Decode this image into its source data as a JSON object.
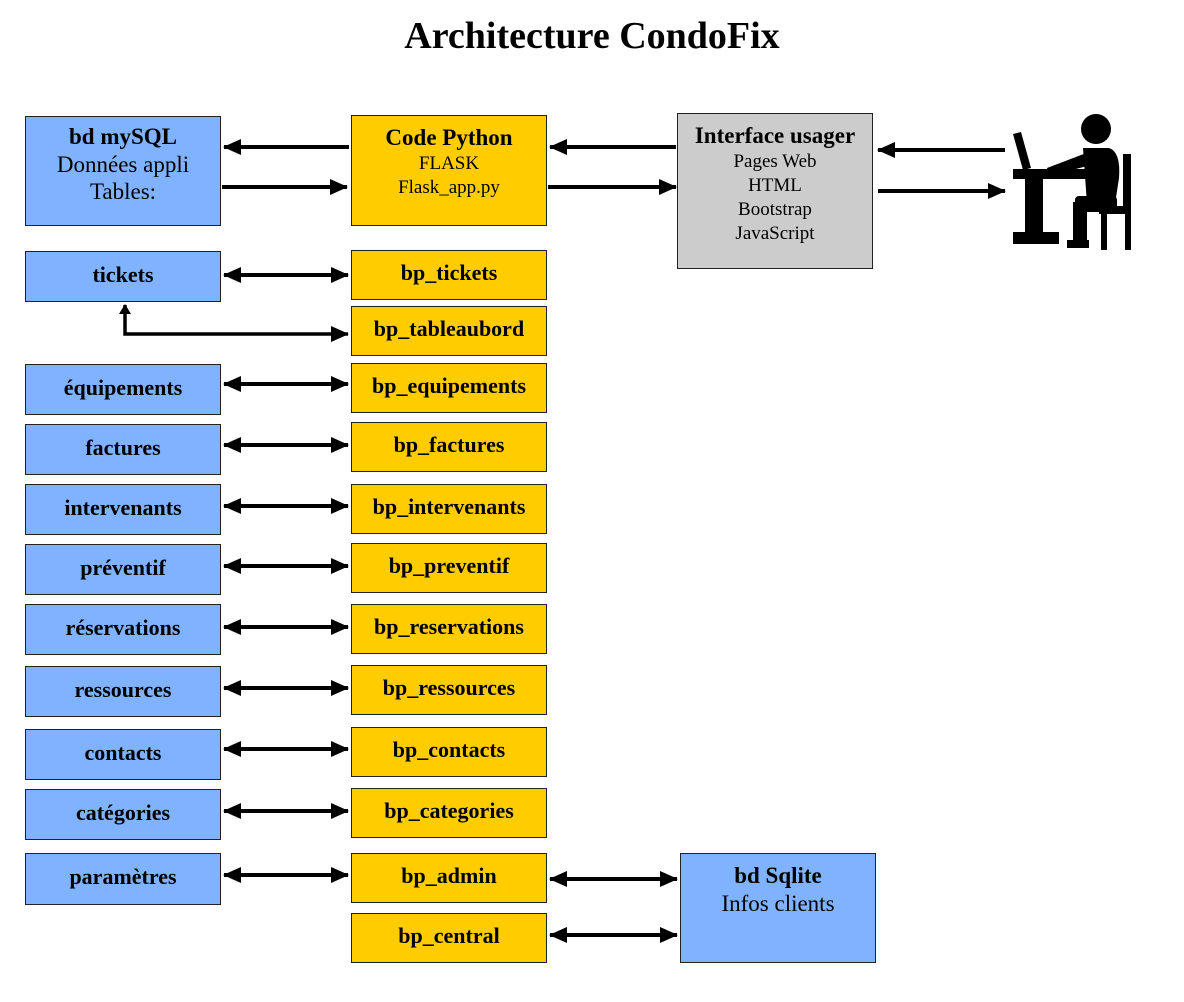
{
  "title": "Architecture CondoFix",
  "mysql": {
    "title": "bd mySQL",
    "lines": [
      "Données appli",
      "Tables:"
    ]
  },
  "python": {
    "title": "Code Python",
    "lines": [
      "FLASK",
      "Flask_app.py"
    ]
  },
  "ui": {
    "title": "Interface usager",
    "lines": [
      "Pages Web",
      "HTML",
      "Bootstrap",
      "JavaScript"
    ]
  },
  "sqlite": {
    "title": "bd Sqlite",
    "lines": [
      "Infos clients"
    ]
  },
  "tables": [
    "tickets",
    "équipements",
    "factures",
    "intervenants",
    "préventif",
    "réservations",
    "ressources",
    "contacts",
    "catégories",
    "paramètres"
  ],
  "blueprints": [
    "bp_tickets",
    "bp_tableaubord",
    "bp_equipements",
    "bp_factures",
    "bp_intervenants",
    "bp_preventif",
    "bp_reservations",
    "bp_ressources",
    "bp_contacts",
    "bp_categories",
    "bp_admin",
    "bp_central"
  ],
  "icons": {
    "user": "user-at-computer-icon"
  },
  "colors": {
    "database": "#80b3ff",
    "code": "#ffcc00",
    "interface": "#cccccc"
  }
}
